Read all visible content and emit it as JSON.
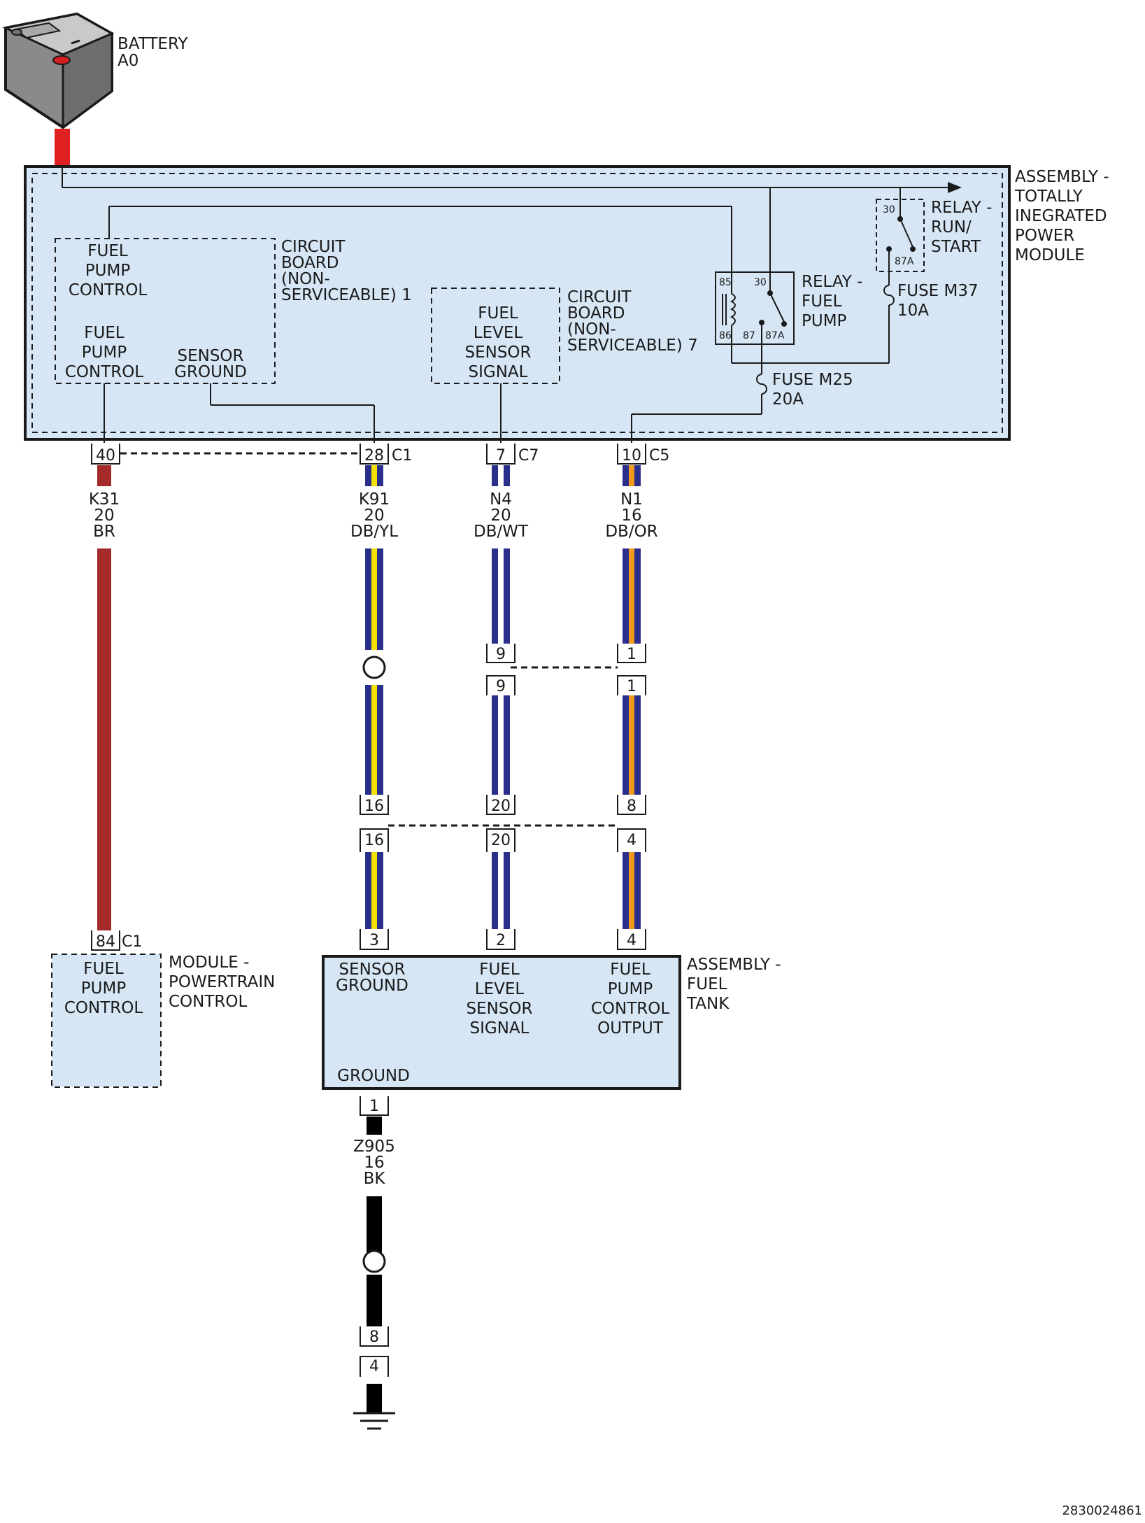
{
  "colors": {
    "module_fill": "#d6e6f5",
    "wire_red": "#e02020",
    "wire_brown": "#a52a2a",
    "wire_darkblue": "#2b2f8c",
    "wire_yellow": "#f5e100",
    "wire_white": "#ffffff",
    "wire_orange": "#f39a1e",
    "wire_black": "#000000",
    "line": "#1a1a1a"
  },
  "battery": {
    "icon": "battery-icon",
    "line1": "BATTERY",
    "line2": "A0"
  },
  "tipm": {
    "line1": "ASSEMBLY -",
    "line2": "TOTALLY",
    "line3": "INEGRATED",
    "line4": "POWER",
    "line5": "MODULE"
  },
  "cb1": {
    "line1": "CIRCUIT",
    "line2": "BOARD",
    "line3": "(NON-",
    "line4": "SERVICEABLE) 1",
    "top_l1": "FUEL",
    "top_l2": "PUMP",
    "top_l3": "CONTROL",
    "bl_l1": "FUEL",
    "bl_l2": "PUMP",
    "bl_l3": "CONTROL",
    "br_l1": "SENSOR",
    "br_l2": "GROUND"
  },
  "cb7": {
    "line1": "CIRCUIT",
    "line2": "BOARD",
    "line3": "(NON-",
    "line4": "SERVICEABLE) 7",
    "in_l1": "FUEL",
    "in_l2": "LEVEL",
    "in_l3": "SENSOR",
    "in_l4": "SIGNAL"
  },
  "relay_pump": {
    "line1": "RELAY -",
    "line2": "FUEL",
    "line3": "PUMP",
    "t85": "85",
    "t30": "30",
    "t86": "86",
    "t87": "87",
    "t87a": "87A"
  },
  "relay_run": {
    "line1": "RELAY -",
    "line2": "RUN/",
    "line3": "START",
    "t30": "30",
    "t87a": "87A"
  },
  "fuse_m37": {
    "line1": "FUSE M37",
    "line2": "10A"
  },
  "fuse_m25": {
    "line1": "FUSE M25",
    "line2": "20A"
  },
  "connectors": {
    "c40": "40",
    "c28": "28",
    "c28_name": "C1",
    "c7": "7",
    "c7_name": "C7",
    "c10": "10",
    "c10_name": "C5"
  },
  "wires": {
    "k31": {
      "circuit": "K31",
      "gauge": "20",
      "color": "BR"
    },
    "k91": {
      "circuit": "K91",
      "gauge": "20",
      "color": "DB/YL"
    },
    "n4": {
      "circuit": "N4",
      "gauge": "20",
      "color": "DB/WT"
    },
    "n1": {
      "circuit": "N1",
      "gauge": "16",
      "color": "DB/OR"
    },
    "z905": {
      "circuit": "Z905",
      "gauge": "16",
      "color": "BK"
    }
  },
  "inline1": {
    "n4_top": "9",
    "n4_bot": "9",
    "n1_top": "1",
    "n1_bot": "1"
  },
  "inline2": {
    "k91_top": "16",
    "k91_bot": "16",
    "n4_top": "20",
    "n4_bot": "20",
    "n1_top": "8",
    "n1_bot": "4"
  },
  "pcm": {
    "pin": "84",
    "conn": "C1",
    "in_l1": "FUEL",
    "in_l2": "PUMP",
    "in_l3": "CONTROL",
    "name_l1": "MODULE -",
    "name_l2": "POWERTRAIN",
    "name_l3": "CONTROL"
  },
  "tank": {
    "pin3": "3",
    "pin2": "2",
    "pin4": "4",
    "sg_l1": "SENSOR",
    "sg_l2": "GROUND",
    "fl_l1": "FUEL",
    "fl_l2": "LEVEL",
    "fl_l3": "SENSOR",
    "fl_l4": "SIGNAL",
    "fp_l1": "FUEL",
    "fp_l2": "PUMP",
    "fp_l3": "CONTROL",
    "fp_l4": "OUTPUT",
    "gnd": "GROUND",
    "name_l1": "ASSEMBLY -",
    "name_l2": "FUEL",
    "name_l3": "TANK",
    "gnd_pin": "1"
  },
  "ground_conn": {
    "top": "8",
    "bot": "4",
    "icon": "ground-symbol-icon"
  },
  "diagram_id": "2830024861"
}
